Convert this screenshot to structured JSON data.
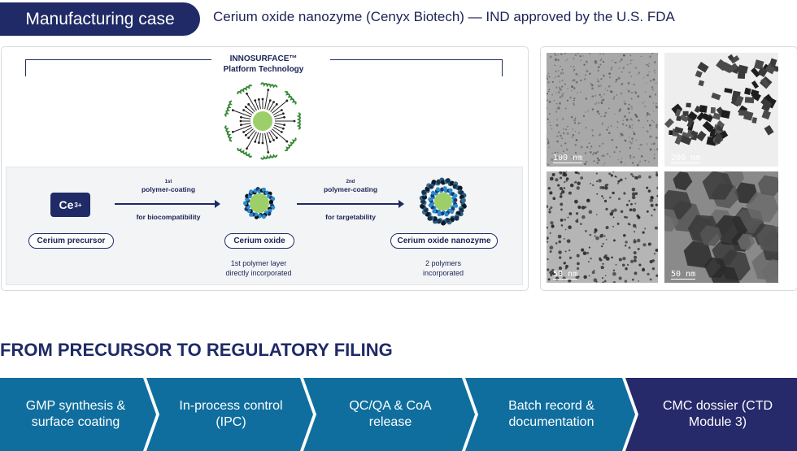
{
  "header": {
    "badge": "Manufacturing case",
    "subtitle": "Cerium oxide nanozyme (Cenyx Biotech) — IND approved by the U.S. FDA"
  },
  "platform": {
    "line1": "INNOSURFACE™",
    "line2": "Platform Technology"
  },
  "process": {
    "precursor_symbol": "Ce",
    "precursor_charge": "3+",
    "step1": {
      "ordinal": "1st",
      "title": "polymer-coating",
      "purpose": "for biocompatibility"
    },
    "step2": {
      "ordinal": "2nd",
      "title": "polymer-coating",
      "purpose": "for targetability"
    },
    "labels": [
      "Cerium precursor",
      "Cerium oxide",
      "Cerium oxide nanozyme"
    ],
    "notes": [
      {
        "line1": "1st polymer layer",
        "line2": "directly incorporated"
      },
      {
        "line1": "2 polymers",
        "line2": "incorporated"
      }
    ]
  },
  "tem_images": [
    {
      "scale": "100 nm"
    },
    {
      "scale": "200 nm"
    },
    {
      "scale": "50 nm"
    },
    {
      "scale": "50 nm"
    }
  ],
  "section_title": "FROM PRECURSOR TO REGULATORY FILING",
  "pipeline": [
    {
      "line1": "GMP synthesis &",
      "line2": "surface coating"
    },
    {
      "line1": "In-process control",
      "line2": "(IPC)"
    },
    {
      "line1": "QC/QA & CoA",
      "line2": "release"
    },
    {
      "line1": "Batch record &",
      "line2": "documentation"
    },
    {
      "line1": "CMC dossier (CTD",
      "line2": "Module 3)"
    }
  ],
  "colors": {
    "navy": "#1f2a66",
    "blue": "#0f6e9e",
    "core_green": "#9ccf6a",
    "polymer_green": "#3a8a3a",
    "cyan": "#2a8fd0"
  }
}
